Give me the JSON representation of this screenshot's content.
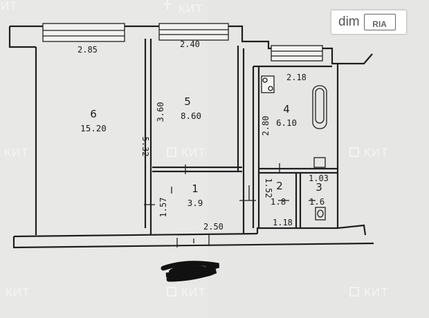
{
  "watermark": {
    "brand_text": "КИТ"
  },
  "badge": {
    "logo_text": "dim",
    "sub_text": "RIA"
  },
  "rooms": [
    {
      "number": "6",
      "area": "15.20"
    },
    {
      "number": "5",
      "area": "8.60"
    },
    {
      "number": "4",
      "area": "6.10"
    },
    {
      "number": "1",
      "area": "3.9"
    },
    {
      "number": "2",
      "area": "1.8"
    },
    {
      "number": "3",
      "area": "1.6"
    }
  ],
  "dimensions": {
    "room6_width": "2.85",
    "room5_width": "2.40",
    "room4_width": "2.18",
    "room5_depth": "3.60",
    "left_depth": "5.32",
    "room4_depth": "2.80",
    "hall_depth": "1.57",
    "hall_width": "2.50",
    "wc_depth": "1.52",
    "wc_width": "1.18",
    "bath_width": "1.03"
  }
}
